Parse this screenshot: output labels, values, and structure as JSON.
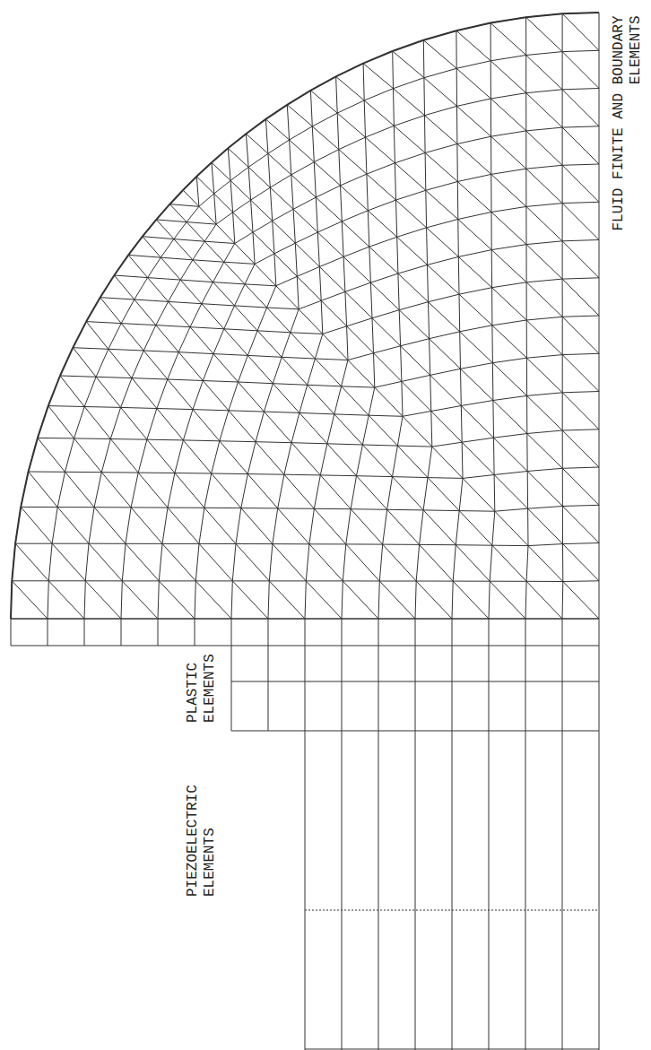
{
  "diagram": {
    "labels": [
      "FLUID FINITE AND BOUNDARY ELEMENTS",
      "PLASTIC ELEMENTS",
      "PIEZOELECTRIC ELEMENTS"
    ]
  }
}
